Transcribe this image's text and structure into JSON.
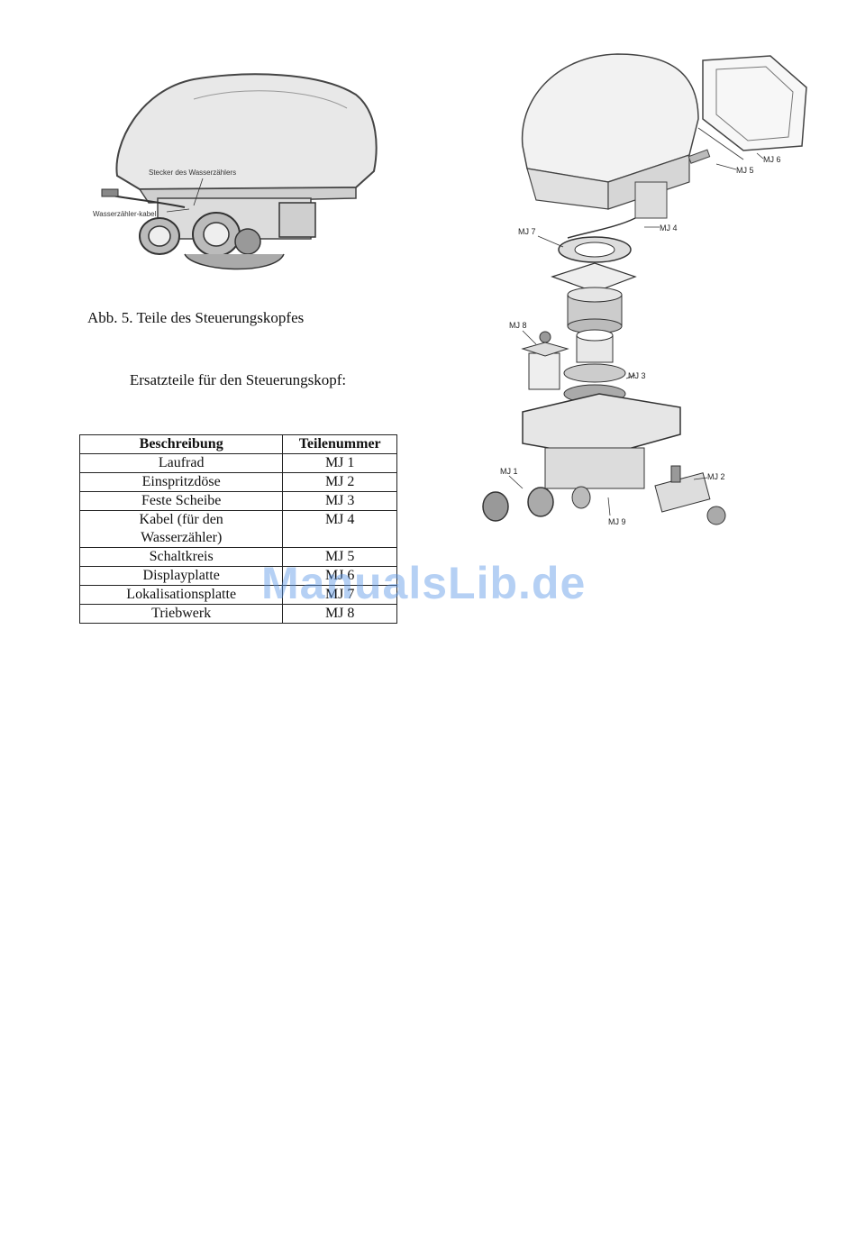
{
  "figure_left": {
    "label_plug": "Stecker des Wasserzählers",
    "label_cable": "Wasserzähler-kabel"
  },
  "caption": "Abb. 5. Teile des Steuerungskopfes",
  "table": {
    "title": "Ersatzteile für den Steuerungskopf:",
    "headers": [
      "Beschreibung",
      "Teilenummer"
    ],
    "rows": [
      [
        "Laufrad",
        "MJ 1"
      ],
      [
        "Einspritzdöse",
        "MJ 2"
      ],
      [
        "Feste Scheibe",
        "MJ 3"
      ],
      [
        "Kabel (für den Wasserzähler)",
        "MJ 4"
      ],
      [
        "Schaltkreis",
        "MJ 5"
      ],
      [
        "Displayplatte",
        "MJ 6"
      ],
      [
        "Lokalisationsplatte",
        "MJ 7"
      ],
      [
        "Triebwerk",
        "MJ 8"
      ]
    ]
  },
  "figure_right": {
    "labels": [
      "MJ 5",
      "MJ 6",
      "MJ 4",
      "MJ 7",
      "MJ 8",
      "MJ 3",
      "MJ 1",
      "MJ 2",
      "MJ 9"
    ]
  },
  "watermark": "ManualsLib.de"
}
